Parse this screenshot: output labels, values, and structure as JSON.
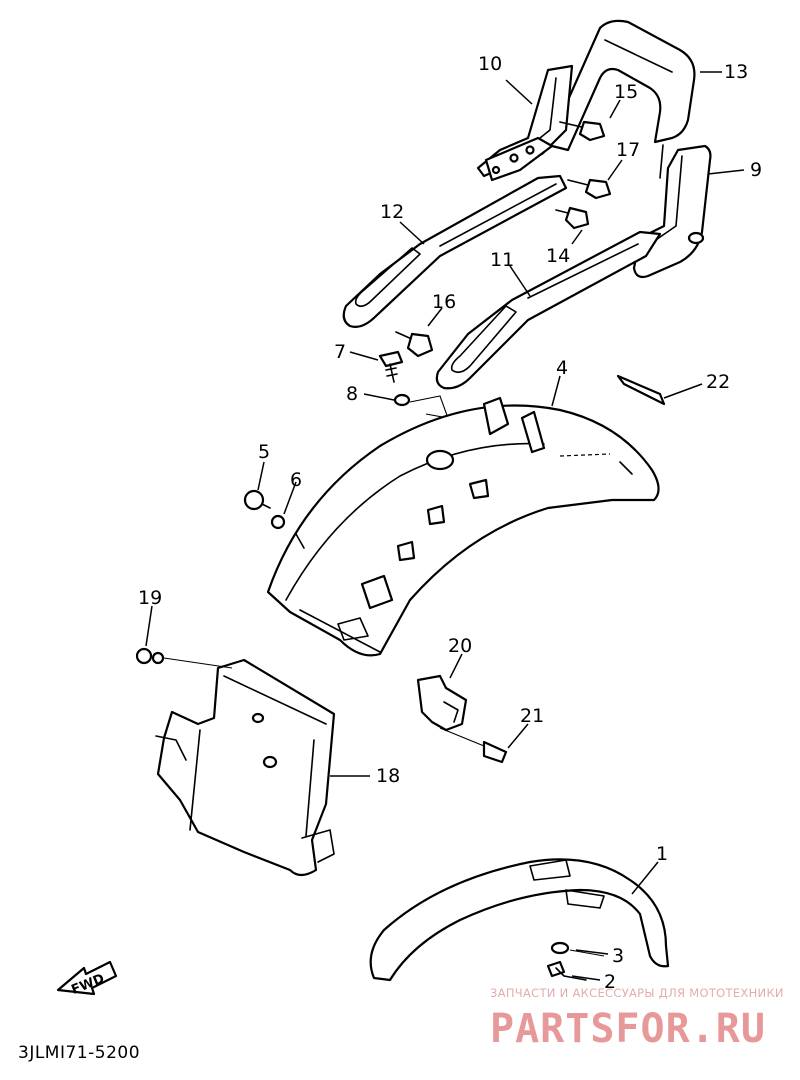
{
  "diagram": {
    "callouts": [
      {
        "id": "1",
        "text": "1"
      },
      {
        "id": "2",
        "text": "2"
      },
      {
        "id": "3",
        "text": "3"
      },
      {
        "id": "4",
        "text": "4"
      },
      {
        "id": "5",
        "text": "5"
      },
      {
        "id": "6",
        "text": "6"
      },
      {
        "id": "7",
        "text": "7"
      },
      {
        "id": "8",
        "text": "8"
      },
      {
        "id": "9",
        "text": "9"
      },
      {
        "id": "10",
        "text": "10"
      },
      {
        "id": "11",
        "text": "11"
      },
      {
        "id": "12",
        "text": "12"
      },
      {
        "id": "13",
        "text": "13"
      },
      {
        "id": "14",
        "text": "14"
      },
      {
        "id": "15",
        "text": "15"
      },
      {
        "id": "16",
        "text": "16"
      },
      {
        "id": "17",
        "text": "17"
      },
      {
        "id": "18",
        "text": "18"
      },
      {
        "id": "19",
        "text": "19"
      },
      {
        "id": "20",
        "text": "20"
      },
      {
        "id": "21",
        "text": "21"
      },
      {
        "id": "22",
        "text": "22"
      }
    ],
    "direction_label": "FWD",
    "drawing_code": "3JLMI71-5200"
  },
  "watermark": {
    "tagline": "ЗАПЧАСТИ И АКСЕССУАРЫ ДЛЯ МОТОТЕХНИКИ",
    "brand": "PARTSFOR.RU",
    "color": "#e58f8f"
  }
}
